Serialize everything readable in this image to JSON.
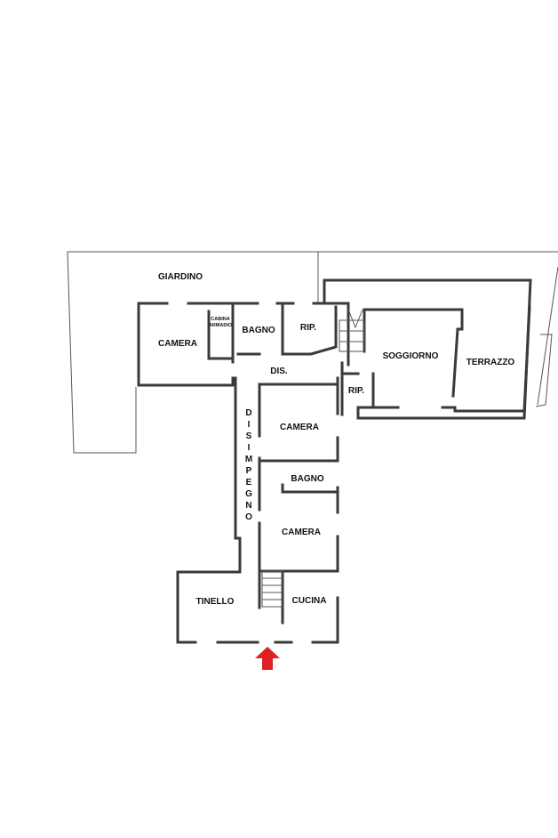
{
  "plan": {
    "rooms": {
      "giardino": "GIARDINO",
      "camera1": "CAMERA",
      "cabina_line1": "CABINA",
      "cabina_line2": "ARMADIO",
      "bagno1": "BAGNO",
      "rip1": "RIP.",
      "dis": "DIS.",
      "soggiorno": "SOGGIORNO",
      "terrazzo": "TERRAZZO",
      "rip2": "RIP.",
      "camera2": "CAMERA",
      "disimpegno": [
        "D",
        "I",
        "S",
        "I",
        "M",
        "P",
        "E",
        "G",
        "N",
        "O"
      ],
      "bagno2": "BAGNO",
      "camera3": "CAMERA",
      "tinello": "TINELLO",
      "cucina": "CUCINA"
    },
    "entrance_arrow_color": "#e02020"
  }
}
